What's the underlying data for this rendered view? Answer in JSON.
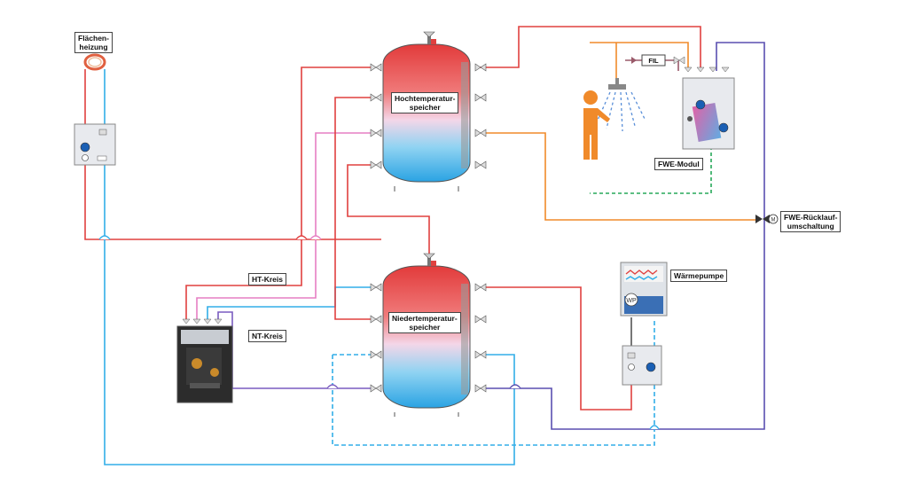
{
  "labels": {
    "flaechenheizung": [
      "Flächen-",
      "heizung"
    ],
    "hochtemperaturspeicher": [
      "Hochtemperatur-",
      "speicher"
    ],
    "niedertemperaturspeicher": [
      "Niedertemperatur-",
      "speicher"
    ],
    "fil": "FIL",
    "fwe_modul": "FWE-Modul",
    "fwe_ruecklaufumschaltung": [
      "FWE-Rücklauf-",
      "umschaltung"
    ],
    "waermepumpe": "Wärmepumpe",
    "wp": "WP",
    "ht_kreis": "HT-Kreis",
    "nt_kreis": "NT-Kreis",
    "motor": "M"
  },
  "colors": {
    "hot": "#e0403f",
    "cold": "#32aee8",
    "pink": "#e67fc3",
    "purple": "#5a4fb0",
    "orange": "#f08a2a",
    "green": "#27a85a",
    "gray": "#bfc5cc"
  }
}
